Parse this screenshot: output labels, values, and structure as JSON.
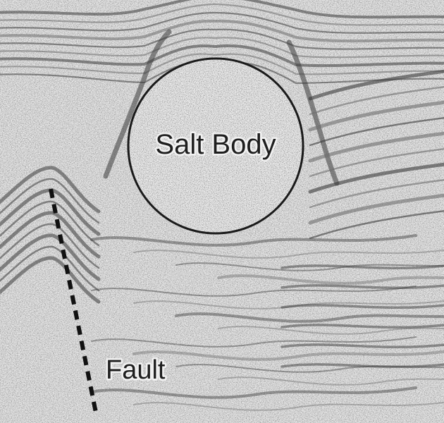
{
  "image": {
    "kind": "seismic-section",
    "palette": {
      "background": "#e7e7e7",
      "reflector_dark": "#3a3a3a",
      "reflector_mid": "#6e6e6e",
      "speckle": "#555555",
      "outline": "#1a1a1a",
      "label_text": "#1e1e1e",
      "label_halo": "#f2f2f2"
    }
  },
  "annotations": {
    "salt_label": "Salt Body",
    "fault_label": "Fault"
  }
}
